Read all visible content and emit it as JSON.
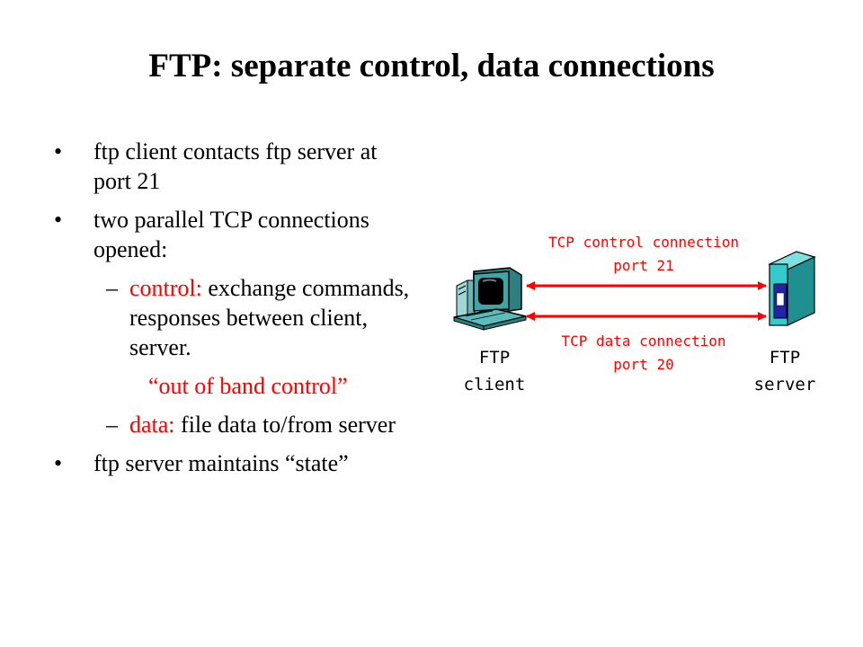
{
  "slide": {
    "title": "FTP: separate control, data connections"
  },
  "bullets": {
    "b1": "ftp client contacts ftp server at port 21",
    "b2": "two parallel TCP connections opened:",
    "sub1_key": "control:",
    "sub1_rest": " exchange commands, responses between client, server.",
    "quote": "“out of band control”",
    "sub2_key": "data:",
    "sub2_rest": " file data to/from server",
    "b3": "ftp server maintains “state”",
    "bullet_char": "•",
    "dash_char": "–"
  },
  "diagram": {
    "control_label_1": "TCP control connection",
    "control_label_2": "port 21",
    "data_label_1": "TCP data connection",
    "data_label_2": "port 20",
    "client_label_1": "FTP",
    "client_label_2": "client",
    "server_label_1": "FTP",
    "server_label_2": "server",
    "icons": [
      "computer-icon",
      "server-icon"
    ],
    "colors": {
      "connection": "#ff0000",
      "server_body": "#33cccc",
      "screen": "#000000"
    }
  }
}
